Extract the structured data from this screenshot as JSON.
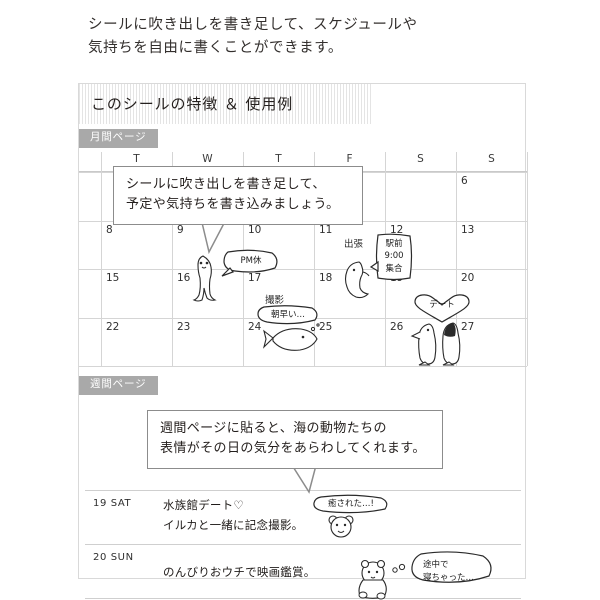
{
  "intro": {
    "line1": "シールに吹き出しを書き足して、スケジュールや",
    "line2": "気持ちを自由に書くことができます。"
  },
  "card": {
    "title": "このシールの特徴 ＆ 使用例",
    "badge_month": "月間ページ",
    "badge_week": "週間ページ"
  },
  "monthly": {
    "day_headers": [
      "T",
      "W",
      "T",
      "F",
      "S",
      "S"
    ],
    "weeks": [
      {
        "dates": [
          "",
          "",
          "",
          "",
          "",
          "6"
        ]
      },
      {
        "dates": [
          "8",
          "9",
          "10",
          "11",
          "12",
          "13"
        ]
      },
      {
        "dates": [
          "15",
          "16",
          "17",
          "18",
          "19",
          "20"
        ]
      },
      {
        "dates": [
          "22",
          "23",
          "24",
          "25",
          "26",
          "27"
        ]
      }
    ],
    "notes": {
      "d11": "出張",
      "d17": "撮影"
    },
    "stickers": {
      "d9_bubble": "PM休",
      "d11_box": "駅前\n9:00\n集合",
      "d17_bubble": "朝早い…",
      "d19_bubble": "デート"
    }
  },
  "callouts": {
    "monthly": "シールに吹き出しを書き足して、\n予定や気持ちを書き込みましょう。",
    "weekly": "週間ページに貼ると、海の動物たちの\n表情がその日の気分をあらわしてくれます。"
  },
  "weekly": {
    "rows": [
      {
        "date": "19  SAT",
        "handwriting": "水族館デート♡\nイルカと一緒に記念撮影。",
        "bubble": "癒された…!"
      },
      {
        "date": "20  SUN",
        "handwriting": "のんびりおウチで映画鑑賞。",
        "bubble": "途中で\n寝ちゃった…"
      }
    ]
  },
  "colors": {
    "badge_gray": "#a9a9a9",
    "grid_line": "#d5d5d5",
    "callout_border": "#8c8c8c",
    "text": "#241f1d"
  }
}
